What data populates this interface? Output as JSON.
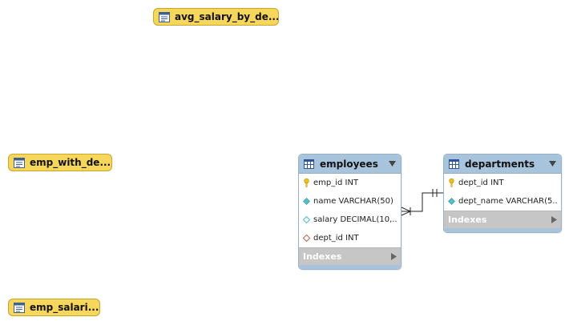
{
  "views": [
    {
      "name": "avg_salary_by_de...",
      "icon": "view-icon"
    },
    {
      "name": "emp_with_de...",
      "icon": "view-icon"
    },
    {
      "name": "emp_salari...",
      "icon": "view-icon"
    }
  ],
  "tables": {
    "employees": {
      "name": "employees",
      "columns": [
        {
          "text": "emp_id INT",
          "icon": "primary-key-icon"
        },
        {
          "text": "name VARCHAR(50)",
          "icon": "column-diamond-filled-icon"
        },
        {
          "text": "salary DECIMAL(10,...",
          "icon": "column-diamond-empty-icon"
        },
        {
          "text": "dept_id INT",
          "icon": "foreign-key-diamond-icon"
        }
      ],
      "indexes_label": "Indexes"
    },
    "departments": {
      "name": "departments",
      "columns": [
        {
          "text": "dept_id INT",
          "icon": "primary-key-icon"
        },
        {
          "text": "dept_name VARCHAR(5...",
          "icon": "column-diamond-filled-icon"
        }
      ],
      "indexes_label": "Indexes"
    }
  },
  "relationships": [
    {
      "from": "employees",
      "to": "departments",
      "from_cardinality": "many",
      "to_cardinality": "one"
    }
  ],
  "colors": {
    "view_fill": "#f7d65c",
    "table_header": "#a8c3dc",
    "indexes_bar": "#c6c6c6",
    "key_yellow": "#f2c21b",
    "column_cyan": "#4fc1c9"
  }
}
